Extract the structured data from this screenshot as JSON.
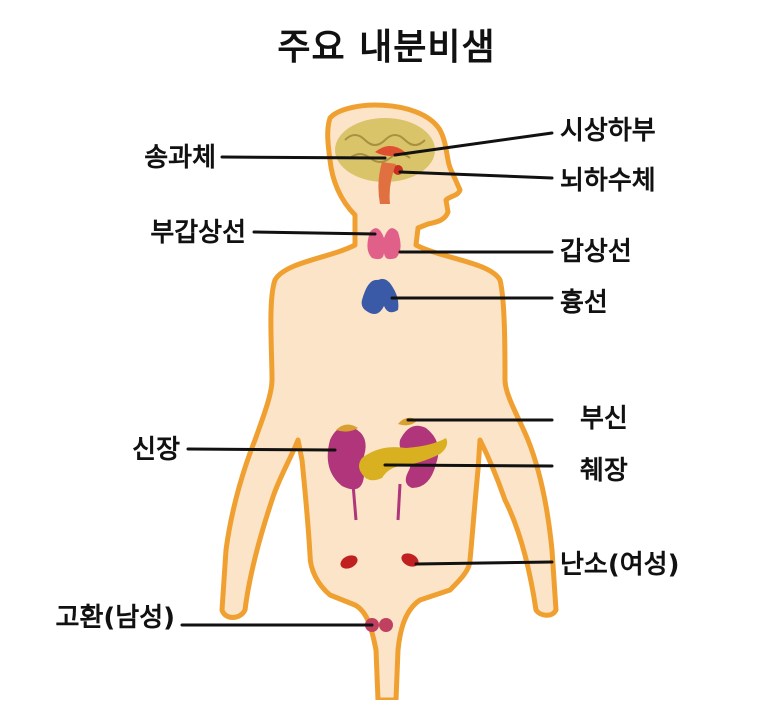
{
  "title": "주요 내분비샘",
  "colors": {
    "body_fill": "#fbe4c7",
    "body_outline": "#f0a030",
    "brain": "#d9c46a",
    "thyroid": "#e0608a",
    "thymus": "#3a5aa8",
    "kidney": "#b0357a",
    "pancreas": "#d8b020",
    "gonad": "#c02020",
    "leader_line": "#111111"
  },
  "labels": {
    "hypothalamus": "시상하부",
    "pineal": "송과체",
    "pituitary": "뇌하수체",
    "parathyroid": "부갑상선",
    "thyroid": "갑상선",
    "thymus": "흉선",
    "adrenal": "부신",
    "kidney": "신장",
    "pancreas": "췌장",
    "ovary": "난소(여성)",
    "testis": "고환(남성)"
  }
}
